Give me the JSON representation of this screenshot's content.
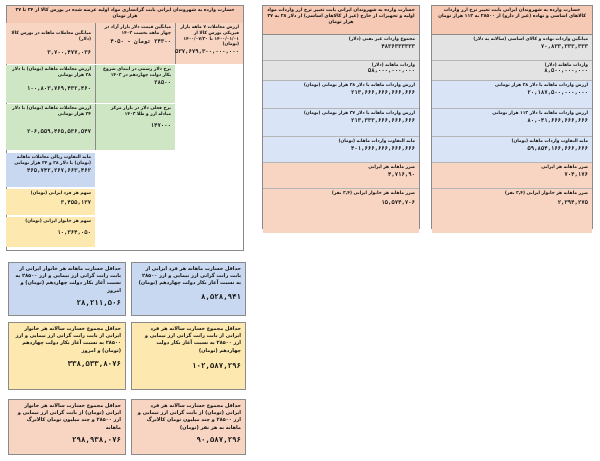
{
  "panel_left": {
    "header": "خسارت وارده به شهروندان ایرانی بابت گرانسازی مواد اولیه عرضه شده در بورس کالا از ۲۴ تا ۲۷ هزار تومان",
    "top_right_label": "ارزش معاملات ۷ ماهه بازار فیزیکی بورس کالا از ۱۴۰۰/۰۱/۰۱ تا ۱۴۰۰/۰۷/۳۰ (تومان)",
    "top_right_value": "۵۳۷,۶۷۹,۳۰۰,۰۰۰,۰۰۰",
    "top_mid_label": "میانگین قیمت دلار بازار آزاد در چهار ماهه نخست ۱۴۰۲",
    "top_mid_value": "۲۴۳۰۰ تومان - ۴۰۵۰",
    "top_left_label": "میانگین معاملات ماهانه در بورس کالا (دلار)",
    "top_left_value": "۳,۷۰۰,۴۷۷,۰۳۶",
    "r2_mid_label": "نرخ دلار رسمی در ابتدای شروع بکار دولت چهاردهم در ۱۴۰۳",
    "r2_mid_value": "۲۸۵۰۰",
    "r2_left_label": "ارزش معاملات ماهانه (تومان) با دلار ۲۸ هزار تومانی",
    "r2_left_value": "۱۰۰,۸۰۳,۷۶۹,۴۳۲,۴۶۰",
    "r3_mid_label": "نرخ فعلی دلار در بازار مرکز مبادله ارز و طلا ۱۴۰۳",
    "r3_mid_value": "۱۴۷۰۰۰",
    "r3_left_label": "ارزش معاملات ماهانه (تومان) با دلار ۲۴ هزار تومانی",
    "r3_left_value": "۲۰۶,۵۵۹,۴۶۵,۵۳۶,۵۴۷",
    "r4_label": "مابه التفاوت ریالی معاملات ماهانه (تومان) با دلار ۲۸ و ۲۴ هزار تومانی",
    "r4_value": "۴۶۵,۷۴۲,۲۶۷,۶۶۳,۴۶۲",
    "r5_label": "سهم هر فرد ایرانی (تومان)",
    "r5_value": "۳,۴۵۵,۱۳۷",
    "r6_label": "سهم هر خانوار ایرانی (تومان)",
    "r6_value": "۱۰,۳۶۴,۰۵۰"
  },
  "panel_mid": {
    "header": "خسارت وارده به شهروندان ایرانی بابت تغییر نرخ ارز واردات مواد اولیه و تجهیزات از خارج (غیر از کالاهای اساسی) از دلار ۲۸ به ۳۷ هزار تومان",
    "s1_label": "مجموع واردات غیر نفتی (دلار)",
    "s1_value": "۴۸۳۶۳۳۳۳۳۳",
    "s1b_label": "واردات ماهانه (دلار)",
    "s1b_value": "۵۸,۰۰۰,۰۰۰,۰۰۰",
    "s2_label": "ارزش واردات ماهانه با دلار ۲۸ هزار تومانی (تومان)",
    "s2_value": "۲۱۳,۶۶۶,۶۶۶,۶۶۶,۶۶۶",
    "s3_label": "ارزش واردات ماهانه با دلار ۳۷ هزار تومانی (تومان)",
    "s3_value": "۲۱۳,۳۳۳,۶۶۶,۶۶۶,۶۶۶",
    "s4_label": "مابه التفاوت واردات ماهانه (تومان)",
    "s4_value": "۴۰۱,۶۶۶,۶۶۶,۶۶۶,۶۶۶",
    "s5_label": "ضرر ماهانه هر ایرانی",
    "s5_value": "۴,۷۱۶,۹۰",
    "s6_label": "ضرر ماهانه هر خانوار ایرانی (۳,۴ نفر)",
    "s6_value": "۱۵,۵۷۴,۷۰۶"
  },
  "panel_right": {
    "header": "خسارت وارده به شهروندان ایرانی بابت تغییر نرخ ارز واردات کالاهای اساسی و نهاده (غیر از دارو) از ۲۸۵۰۰ به ۱۱۳ هزار تومان",
    "s1_label": "میانگین واردات نهاده و کالای اساسی (سالانه به دلار)",
    "s1_value": "۷۰,۸۳۳,۳۳۳,۳۳۳",
    "s1b_label": "واردات ماهانه (دلار)",
    "s1b_value": "۸,۵۰۰,۰۰۰,۰۰۰",
    "s2_label": "ارزش واردات ماهانه با دلار ۲۸ هزار تومانی",
    "s2_value": "۲۰,۱۸۷,۵۰۰,۰۰۰,۰۰۰",
    "s3_label": "ارزش واردات ماهانه با دلار ۱۱۳ هزار تومانی",
    "s3_value": "۸۰,۰۴۱,۶۶۶,۶۶۶,۶۶۶",
    "s4_label": "مابه التفاوت واردات ماهانه (تومان)",
    "s4_value": "۵۹,۸۵۴,۱۶۶,۶۶۶,۶۶۶",
    "s5_label": "ضرر ماهانه هر ایرانی",
    "s5_value": "۷۰۴,۱۷۶",
    "s6_label": "ضرر ماهانه هر خانوار ایرانی (۳,۴ نفر)",
    "s6_value": "۲,۳۹۴,۲۷۵"
  },
  "summary": {
    "b1_right_text": "حداقل خسارت ماهانه هر فرد ایرانی از بابت رانت گرانی ارز نیمایی و ارز ۲۸۵۰۰ به نسبت آغاز بکار دولت چهاردهم (تومان)",
    "b1_right_value": "۸,۵۲۸,۹۴۱",
    "b1_left_text": "حداقل خسارت ماهانه هر خانوار ایرانی از بابت رانت گرانی ارز نیمایی و ارز ۲۸۵۰۰ به نسبت آغاز بکار دولت چهاردهم (تومان) و امروز",
    "b1_left_value": "۲۸,۲۱۱,۵۰۶",
    "b2_right_text": "حداقل مجموع خسارت سالانه هر فرد ایرانی از بابت رانت گرانی ارز نیمایی و ارز ۲۸۵۰۰ به نسبت آغاز بکار دولت چهاردهم (تومان)",
    "b2_right_value": "۱۰۲,۵۸۷,۲۹۶",
    "b2_left_text": "حداقل مجموع خسارت سالانه هر خانوار ایرانی از بابت رانت گرانی ارز نیمایی و ارز ۲۸۵۰۰ به نسبت آغاز بکار دولت چهاردهم (تومان) و امروز",
    "b2_left_value": "۳۳۸,۵۳۳,۸۰۷۶",
    "b3_right_text": "حداقل مجموع خسارت سالانه هر فرد ایرانی (تومان) از بابت گرانی ارز نیمایی و ارز ۲۸۵۰۰ و چند میلیون تومان کالابرگ ماهانه به هر نفر (تومان)",
    "b3_right_value": "۹۰,۵۸۷,۲۹۶",
    "b3_left_text": "حداقل مجموع خسارت سالانه هر خانوار ایرانی (تومان) از بابت گرانی ارز نیمایی و ارز ۲۸۵۰۰ و چند میلیون تومان کالابرگ ماهانه",
    "b3_left_value": "۲۹۸,۹۳۸,۰۷۶"
  }
}
